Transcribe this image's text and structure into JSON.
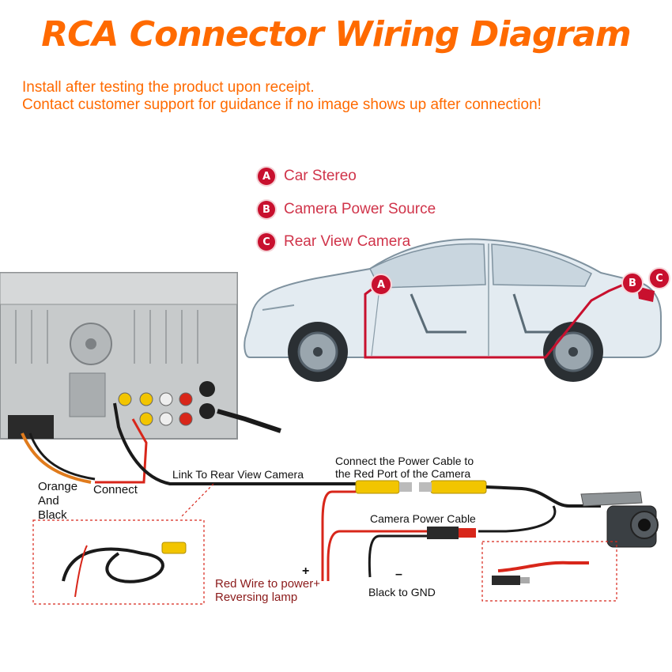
{
  "title": "RCA Connector Wiring Diagram",
  "notices": [
    "Install after testing the product upon receipt.",
    "Contact customer support for guidance if no image shows up after connection!"
  ],
  "legend": [
    {
      "letter": "A",
      "label": "Car Stereo"
    },
    {
      "letter": "B",
      "label": "Camera Power Source"
    },
    {
      "letter": "C",
      "label": "Rear View Camera"
    }
  ],
  "car_markers": [
    "A",
    "B",
    "C"
  ],
  "labels": {
    "orange_black": "Orange\nAnd\nBlack",
    "connect": "Connect",
    "link_to_camera": "Link To Rear View Camera",
    "power_to_red_port": "Connect the Power Cable to\nthe Red Port of the Camera",
    "camera_power_cable": "Camera Power Cable",
    "red_wire": "Red Wire to power+\nReversing lamp",
    "black_gnd": "Black to GND",
    "plus": "+",
    "minus": "–"
  },
  "colors": {
    "accent": "#ff6a00",
    "badge": "#c8102e",
    "wire_red": "#d8261a",
    "wire_black": "#1a1a1a",
    "rca_yellow": "#f2c500"
  }
}
